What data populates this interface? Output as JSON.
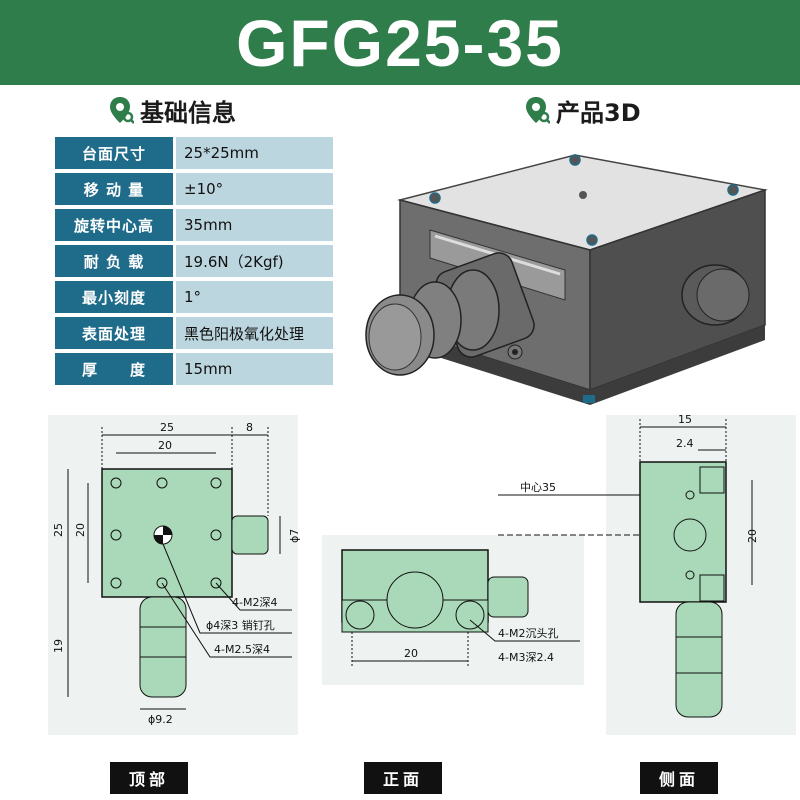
{
  "banner": {
    "title": "GFG25-35"
  },
  "sections": {
    "basic_info": "基础信息",
    "product_3d": "产品3D"
  },
  "specs": [
    {
      "key": "台面尺寸",
      "value": "25*25mm"
    },
    {
      "key": "移 动 量",
      "value": "±10°"
    },
    {
      "key": "旋转中心高",
      "value": "35mm"
    },
    {
      "key": "耐 负 载",
      "value": "19.6N（2Kgf)"
    },
    {
      "key": "最小刻度",
      "value": "1°"
    },
    {
      "key": "表面处理",
      "value": "黑色阳极氧化处理"
    },
    {
      "key": "厚　　度",
      "value": "15mm"
    }
  ],
  "drawings": {
    "top": {
      "w25": "25",
      "w8": "8",
      "w20": "20",
      "h25": "25",
      "h20": "20",
      "d7": "ϕ7",
      "h19": "19",
      "d92": "ϕ9.2",
      "note1": "4-M2深4",
      "note2": "ϕ4深3 销钉孔",
      "note3": "4-M2.5深4"
    },
    "front": {
      "w20": "20",
      "note1": "4-M2沉头孔",
      "note2": "4-M3深2.4"
    },
    "side": {
      "w15": "15",
      "w24": "2.4",
      "center": "中心35",
      "h20": "20"
    }
  },
  "captions": {
    "top": "顶部",
    "front": "正面",
    "side": "侧面"
  },
  "colors": {
    "banner": "#2e7d4a",
    "spec_key": "#1f6b8a",
    "spec_value": "#bcd6e0",
    "drawing_fill": "#a9d9b8"
  }
}
